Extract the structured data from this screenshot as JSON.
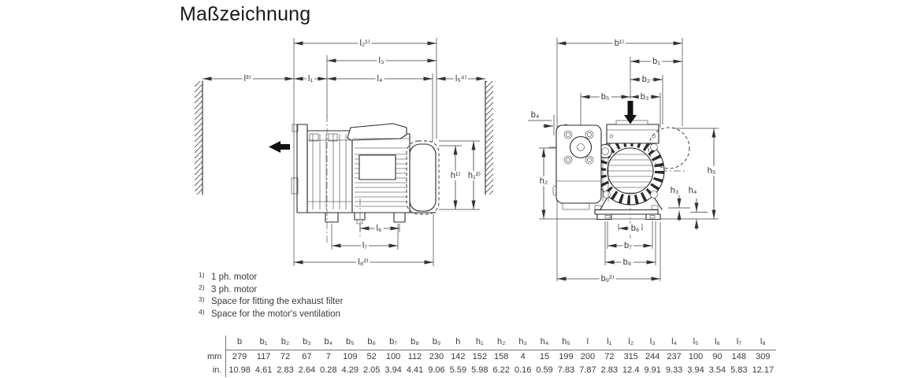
{
  "title": "Maßzeichnung",
  "footnotes": [
    {
      "marker": "1)",
      "text": "1 ph. motor"
    },
    {
      "marker": "2)",
      "text": "3 ph. motor"
    },
    {
      "marker": "3)",
      "text": "Space for fitting the exhaust filter"
    },
    {
      "marker": "4)",
      "text": "Space for the motor's ventilation"
    }
  ],
  "side_view": {
    "labels": {
      "l2": "l₂¹⁾",
      "l3": "l₃",
      "l_sp": "l³⁾",
      "l1": "l₁",
      "l4": "l₄",
      "l5": "l₅⁴⁾",
      "h": "h¹⁾",
      "h1": "h₁²⁾",
      "l6": "l₆",
      "l7": "l₇",
      "l8": "l₈²⁾"
    }
  },
  "front_view": {
    "labels": {
      "b": "b¹⁾",
      "b1": "b₁",
      "b2": "b₂",
      "b3": "b₃",
      "b4": "b₄",
      "b5": "b₅",
      "b6": "b₆",
      "b7": "b₇",
      "b8": "b₈",
      "b9": "b₉²⁾",
      "h2": "h₂",
      "h3": "h₃",
      "h4": "h₄",
      "h5": "h₅"
    }
  },
  "table": {
    "unit_labels": [
      "mm",
      "in."
    ],
    "headers": [
      "b",
      "b₁",
      "b₂",
      "b₃",
      "b₄",
      "b₅",
      "b₆",
      "b₇",
      "b₈",
      "b₉",
      "h",
      "h₁",
      "h₂",
      "h₃",
      "h₄",
      "h₅",
      "l",
      "l₁",
      "l₂",
      "l₃",
      "l₄",
      "l₅",
      "l₆",
      "l₇",
      "l₈"
    ],
    "mm": [
      "279",
      "117",
      "72",
      "67",
      "7",
      "109",
      "52",
      "100",
      "112",
      "230",
      "142",
      "152",
      "158",
      "4",
      "15",
      "199",
      "200",
      "72",
      "315",
      "244",
      "237",
      "100",
      "90",
      "148",
      "309"
    ],
    "in": [
      "10.98",
      "4.61",
      "2.83",
      "2.64",
      "0.28",
      "4.29",
      "2.05",
      "3.94",
      "4.41",
      "9.06",
      "5.59",
      "5.98",
      "6.22",
      "0.16",
      "0.59",
      "7.83",
      "7.87",
      "2.83",
      "12.4",
      "9.91",
      "9.33",
      "3.94",
      "3.54",
      "5.83",
      "12.17"
    ]
  }
}
